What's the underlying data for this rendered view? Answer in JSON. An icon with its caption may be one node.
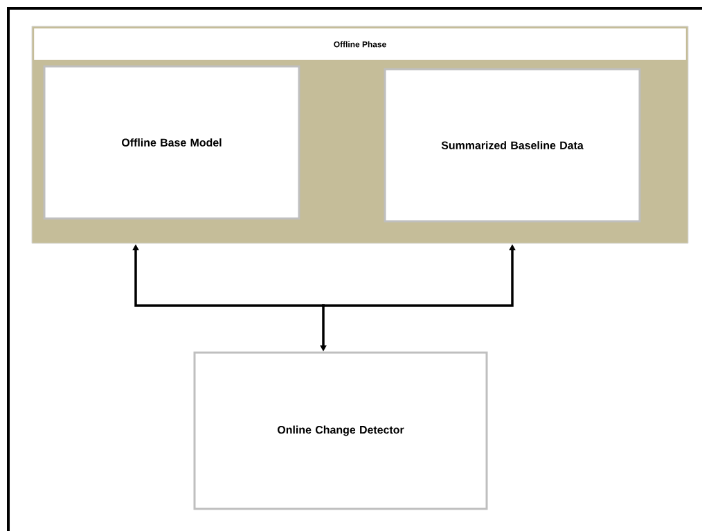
{
  "diagram": {
    "nodes": [
      {
        "text": [
          "Offline Phase"
        ]
      },
      {
        "text": [
          "Offline Base Model"
        ],
        "in": 0
      },
      {
        "text": [
          "Summarized Baseline Data"
        ],
        "in": 0
      },
      {
        "text": [
          "Online Change Detector"
        ]
      }
    ],
    "edges": [
      {
        "from": 3,
        "to": 1,
        "arrow": "both"
      },
      {
        "from": 3,
        "to": 2,
        "arrow": "both"
      }
    ]
  }
}
